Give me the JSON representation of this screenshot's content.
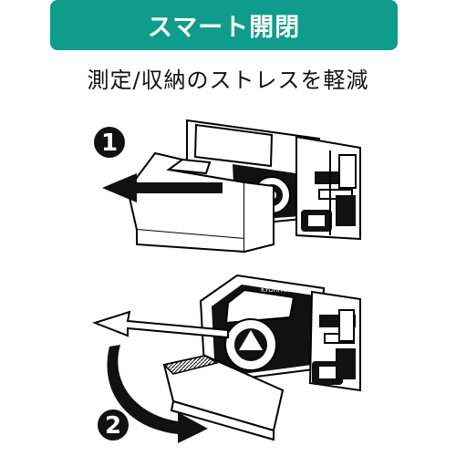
{
  "banner": {
    "title": "スマート開閉",
    "color": "#0f9c8b"
  },
  "subtitle": "測定/収納のストレスを軽減",
  "steps": [
    {
      "number": "1"
    },
    {
      "number": "2"
    }
  ],
  "device": {
    "brand": "KYORITSU"
  }
}
